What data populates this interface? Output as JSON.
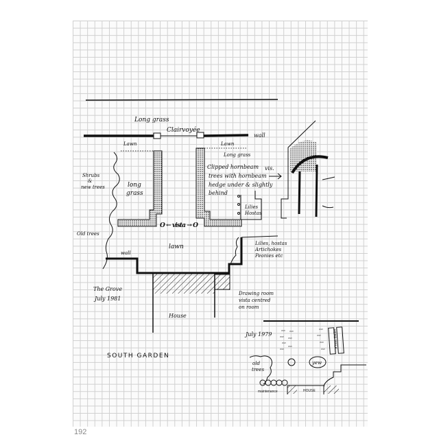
{
  "page_number": "192",
  "south_garden": {
    "title": "SOUTH GARDEN",
    "caption_place": "The Grove",
    "caption_date": "July 1981",
    "labels": {
      "long_grass_top": "Long grass",
      "clairvoyee": "Clairvoyée",
      "wall_top": "wall",
      "lawn_left": "Lawn",
      "lawn_right": "Lawn",
      "long_grass_right": "Long grass",
      "long_grass_left_1": "long",
      "long_grass_left_2": "grass",
      "shrubs_1": "Shrubs",
      "shrubs_2": "&",
      "shrubs_3": "new trees",
      "old_trees": "Old trees",
      "hornbeam_1": "Clipped hornbeam",
      "hornbeam_2": "trees with hornbeam",
      "hornbeam_3": "hedge under & slightly",
      "hornbeam_4": "behind",
      "vis": "vis.",
      "lilies_1": "Lilies",
      "lilies_2": "Hostas",
      "vista": "O ← vista → O",
      "lawn_center": "lawn",
      "wall_bottom": "wall",
      "border_1": "Lilies, hostas",
      "border_2": "Artichokes",
      "border_3": "Peonies etc",
      "drawing_1": "Drawing room",
      "drawing_2": "vista centred",
      "drawing_3": "on room",
      "house": "House"
    }
  },
  "inset": {
    "date": "July 1979",
    "old_trees_1": "old",
    "old_trees_2": "trees",
    "yew": "yew",
    "herb_walk": "HERB WALK",
    "maintenance": "maintenance",
    "house": "HOUSE"
  }
}
